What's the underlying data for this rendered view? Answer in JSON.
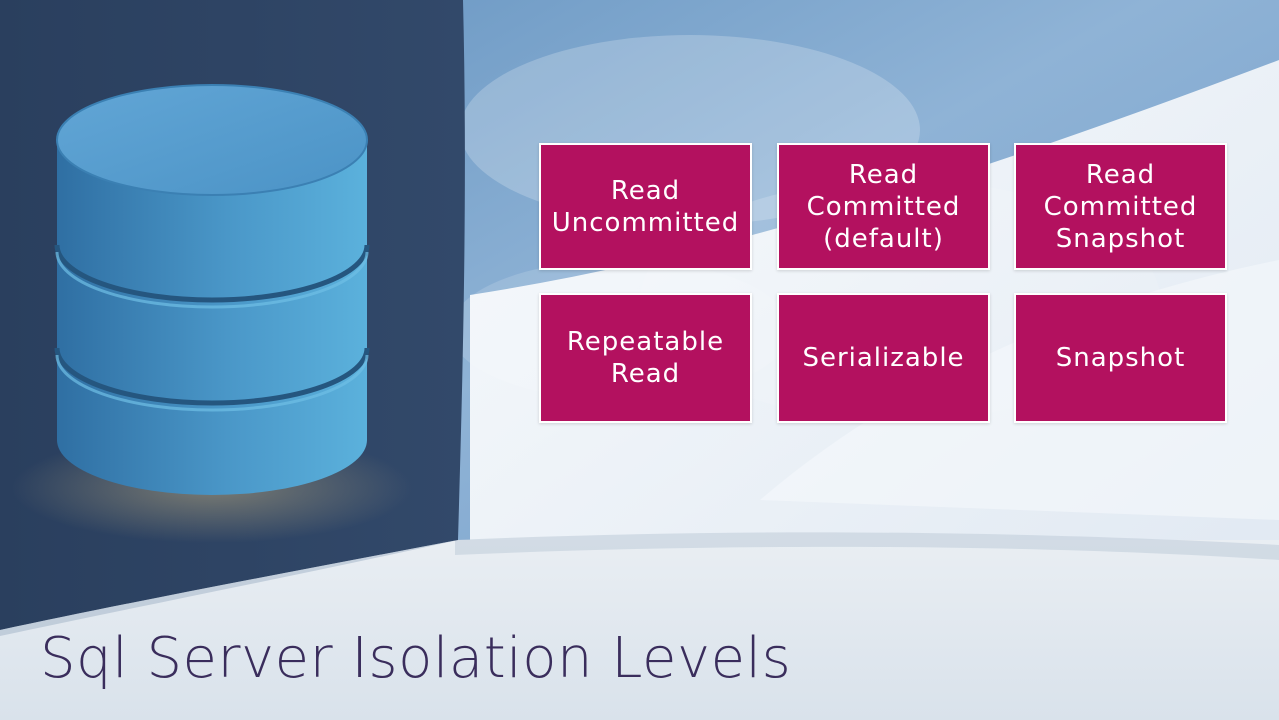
{
  "slide": {
    "title": "Sql Server Isolation Levels",
    "tiles": [
      {
        "label": "Read\nUncommitted"
      },
      {
        "label": "Read\nCommitted\n(default)"
      },
      {
        "label": "Read\nCommitted\nSnapshot"
      },
      {
        "label": "Repeatable\nRead"
      },
      {
        "label": "Serializable"
      },
      {
        "label": "Snapshot"
      }
    ]
  },
  "colors": {
    "tile_fill": "#b3115f",
    "tile_border": "#ffffff",
    "title_text": "#3a2d5c",
    "panel_dark": "#2c4160",
    "database_blue": "#3f8fc2"
  },
  "icons": {
    "database": "database-cylinder-icon"
  }
}
